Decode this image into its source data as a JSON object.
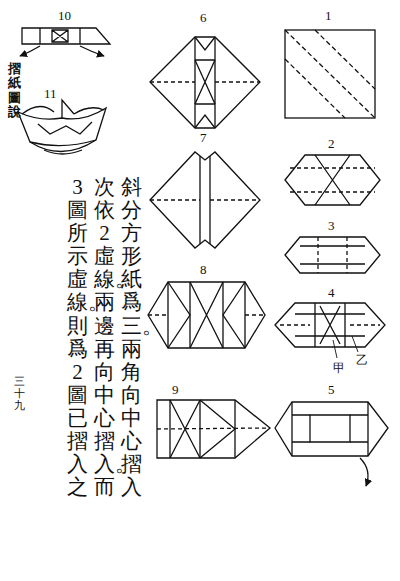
{
  "diagram": {
    "title": "摺紙圖說",
    "labels": [
      "10",
      "11",
      "6",
      "1",
      "7",
      "2",
      "3",
      "8",
      "4",
      "甲",
      "乙",
      "9",
      "5",
      "斜分方形紙爲三。兩角向中心摺入",
      "次依2虛線。兩邊再向中心摺入。而",
      "3圖所示虛線。則爲2圖已摺入之",
      "三十九"
    ]
  }
}
